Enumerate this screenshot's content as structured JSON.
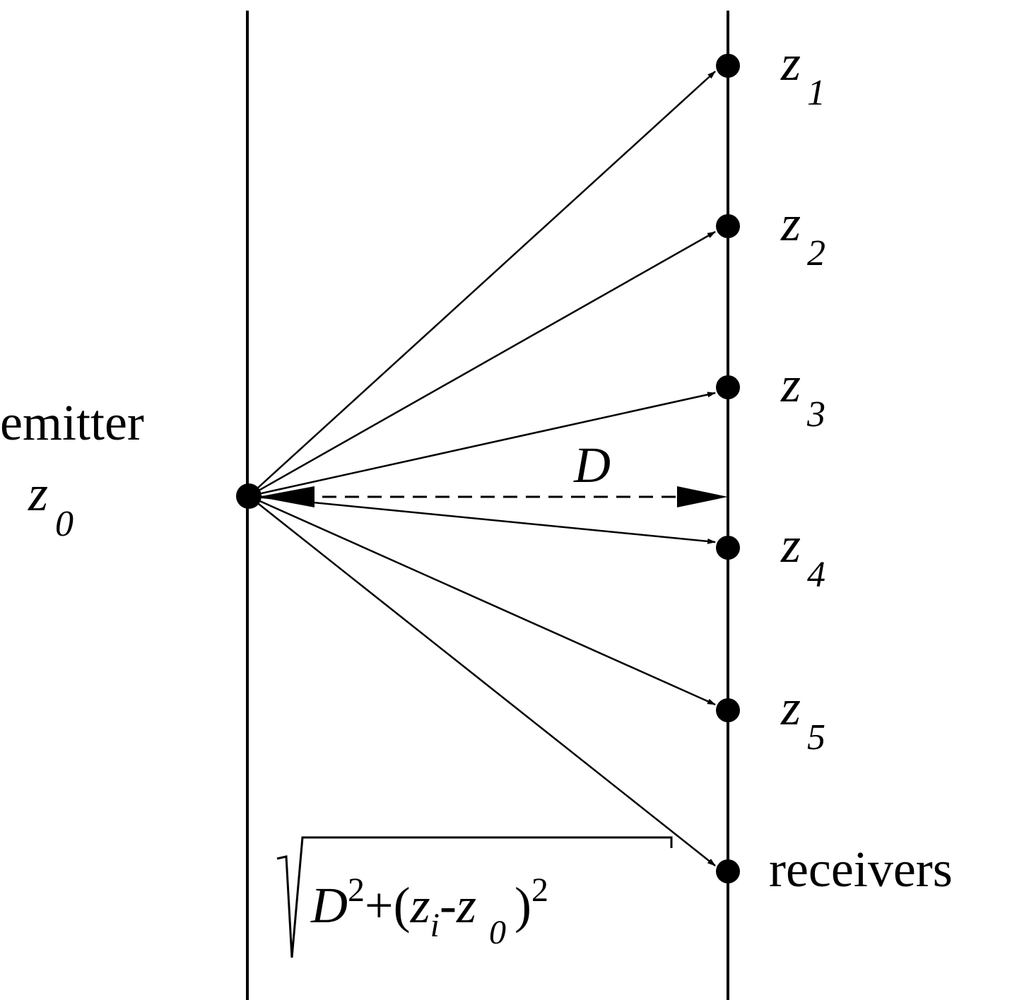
{
  "emitter": {
    "label": "emitter",
    "symbol": "z",
    "subscript": "0"
  },
  "receivers": [
    {
      "symbol": "z",
      "subscript": "1"
    },
    {
      "symbol": "z",
      "subscript": "2"
    },
    {
      "symbol": "z",
      "subscript": "3"
    },
    {
      "symbol": "z",
      "subscript": "4"
    },
    {
      "symbol": "z",
      "subscript": "5"
    }
  ],
  "receivers_label": "receivers",
  "distance_label": "D",
  "formula": {
    "base": "D",
    "exp": "2",
    "plus": "+(",
    "zi": "z",
    "i": "i",
    "minus": "-",
    "z0": "z",
    "zero": "0",
    "close": ")",
    "exp2": "2"
  },
  "colors": {
    "ink": "#000000",
    "background": "#ffffff"
  }
}
